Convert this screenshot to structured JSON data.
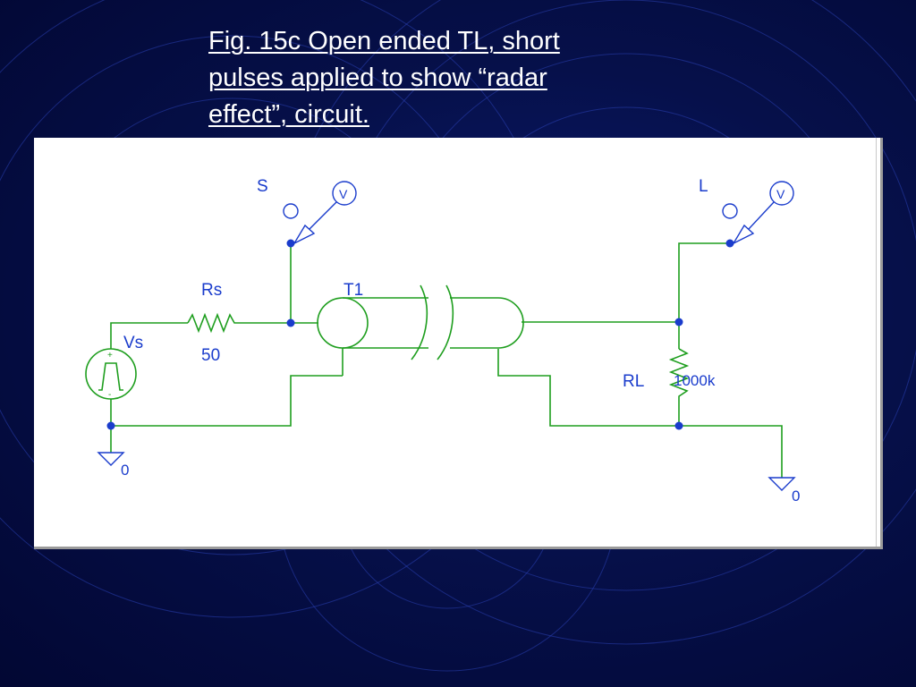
{
  "slide": {
    "title_lines": [
      "Fig. 15c  Open ended TL, short",
      "pulses applied to show “radar",
      "effect”, circuit."
    ]
  },
  "schematic": {
    "source": {
      "name": "Vs",
      "plus": "+",
      "minus": "-"
    },
    "source_resistor": {
      "name": "Rs",
      "value": "50"
    },
    "line": {
      "name": "T1"
    },
    "load_resistor": {
      "name": "RL",
      "value": "1000k"
    },
    "probes": {
      "source_node": "S",
      "load_node": "L",
      "meter_symbol": "V"
    },
    "grounds": {
      "left": "0",
      "right": "0"
    }
  },
  "colors": {
    "background": "#06104a",
    "wire": "#1e9e1e",
    "labels": "#1a3ccc",
    "panel": "#ffffff"
  }
}
